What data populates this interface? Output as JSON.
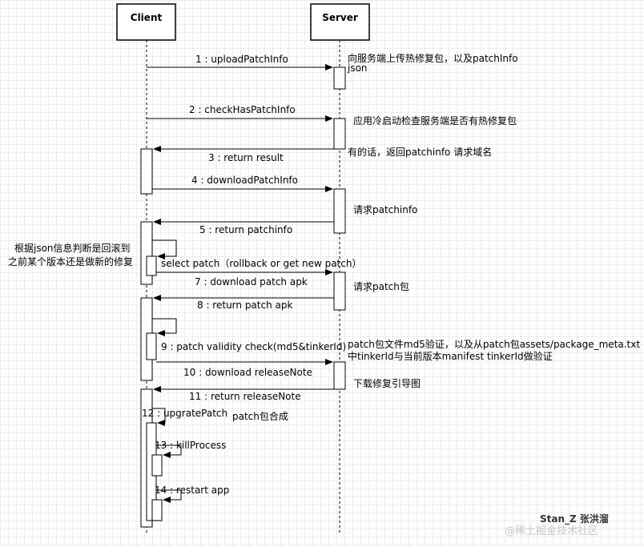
{
  "participants": {
    "client": "Client",
    "server": "Server"
  },
  "messages": [
    "1 : uploadPatchInfo",
    "2 : checkHasPatchInfo",
    "3 : return result",
    "4 : downloadPatchInfo",
    "5 : return patchinfo",
    "select patch（rollback or get new patch）",
    "7 : download patch apk",
    "8 : return patch apk",
    "9 : patch validity check(md5&tinkerId)",
    "10 : download releaseNote",
    "11 : return releaseNote",
    "12 : upgratePatch",
    "13 : killProcess",
    "14 : restart app"
  ],
  "notes": {
    "upload_line1": "向服务端上传热修复包，以及patchInfo",
    "upload_line2": "json",
    "check": "应用冷启动检查服务端是否有热修复包",
    "result": "有的话，返回patchinfo 请求域名",
    "request_patchinfo": "请求patchinfo",
    "select_line1": "根据json信息判断是回滚到",
    "select_line2": "之前某个版本还是做新的修复",
    "request_patch": "请求patch包",
    "validity_line1": "patch包文件md5验证，以及从patch包assets/package_meta.txt",
    "validity_line2": "中tinkerId与当前版本manifest tinkerId做验证",
    "release_note": "下载修复引导图",
    "merge": "patch包合成"
  },
  "watermark": {
    "author": "Stan_Z 张洪溜",
    "site": "@稀土掘金技术社区"
  }
}
